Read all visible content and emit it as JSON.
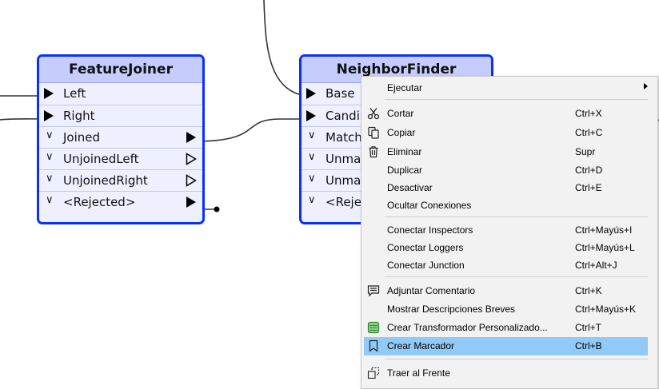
{
  "canvas": {
    "nodes": [
      {
        "title": "FeatureJoiner",
        "input_ports": [
          "Left",
          "Right"
        ],
        "output_ports": [
          "Joined",
          "UnjoinedLeft",
          "UnjoinedRight",
          "<Rejected>"
        ]
      },
      {
        "title": "NeighborFinder",
        "input_ports": [
          "Base",
          "Candi"
        ],
        "output_ports": [
          "Match",
          "Unma",
          "Unma",
          "<Reje"
        ]
      }
    ],
    "colors": {
      "node_border": "#0a2fff",
      "node_header": "#c6cdfd",
      "node_body": "#eef0ff",
      "highlight": "#91c9f7"
    }
  },
  "context_menu": {
    "items": [
      {
        "label": "Ejecutar",
        "shortcut": "",
        "icon": "",
        "submenu": true
      },
      {
        "label": "Cortar",
        "shortcut": "Ctrl+X",
        "icon": "scissors-icon"
      },
      {
        "label": "Copiar",
        "shortcut": "Ctrl+C",
        "icon": "copy-icon"
      },
      {
        "label": "Eliminar",
        "shortcut": "Supr",
        "icon": "trash-icon"
      },
      {
        "label": "Duplicar",
        "shortcut": "Ctrl+D",
        "icon": ""
      },
      {
        "label": "Desactivar",
        "shortcut": "Ctrl+E",
        "icon": ""
      },
      {
        "label": "Ocultar Conexiones",
        "shortcut": "",
        "icon": ""
      },
      {
        "label": "Conectar Inspectors",
        "shortcut": "Ctrl+Mayús+I",
        "icon": ""
      },
      {
        "label": "Conectar Loggers",
        "shortcut": "Ctrl+Mayús+L",
        "icon": ""
      },
      {
        "label": "Conectar Junction",
        "shortcut": "Ctrl+Alt+J",
        "icon": ""
      },
      {
        "label": "Adjuntar Comentario",
        "shortcut": "Ctrl+K",
        "icon": "comment-icon"
      },
      {
        "label": "Mostrar Descripciones Breves",
        "shortcut": "Ctrl+Mayús+K",
        "icon": ""
      },
      {
        "label": "Crear Transformador Personalizado...",
        "shortcut": "Ctrl+T",
        "icon": "custom-transformer-icon"
      },
      {
        "label": "Crear Marcador",
        "shortcut": "Ctrl+B",
        "icon": "bookmark-icon",
        "highlighted": true
      },
      {
        "label": "Traer al Frente",
        "shortcut": "",
        "icon": "bring-to-front-icon"
      }
    ]
  }
}
